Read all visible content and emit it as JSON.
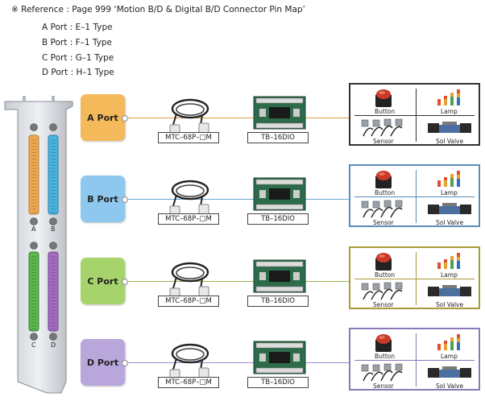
{
  "reference": {
    "title": "※ Reference : Page 999  ‘Motion B/D & Digital B/D Connector Pin Map’",
    "lines": [
      "A Port : E–1 Type",
      "B Port : F–1 Type",
      "C Port : G–1 Type",
      "D Port : H–1 Type"
    ]
  },
  "bracket": {
    "connector_labels": [
      "A",
      "B",
      "C",
      "D"
    ]
  },
  "rows": [
    {
      "port": "A Port",
      "cable": "MTC–68P–□M",
      "terminal": "TB–16DIO",
      "color": "#f4b95a",
      "line_color": "#d9a043",
      "box_color": "#333333",
      "devices": {
        "button": "Button",
        "lamp": "Lamp",
        "sensor": "Sensor",
        "valve": "Sol Valve"
      }
    },
    {
      "port": "B Port",
      "cable": "MTC–68P–□M",
      "terminal": "TB–16DIO",
      "color": "#8fc8ee",
      "line_color": "#6aaad3",
      "box_color": "#5a8db8",
      "devices": {
        "button": "Button",
        "lamp": "Lamp",
        "sensor": "Sensor",
        "valve": "Sol Valve"
      }
    },
    {
      "port": "C Port",
      "cable": "MTC–68P–□M",
      "terminal": "TB–16DIO",
      "color": "#a6d36b",
      "line_color": "#98b84a",
      "box_color": "#a89a3a",
      "devices": {
        "button": "Button",
        "lamp": "Lamp",
        "sensor": "Sensor",
        "valve": "Sol Valve"
      }
    },
    {
      "port": "D Port",
      "cable": "MTC–68P–□M",
      "terminal": "TB–16DIO",
      "color": "#b9a7db",
      "line_color": "#a08cc9",
      "box_color": "#8a78b8",
      "devices": {
        "button": "Button",
        "lamp": "Lamp",
        "sensor": "Sensor",
        "valve": "Sol Valve"
      }
    }
  ]
}
